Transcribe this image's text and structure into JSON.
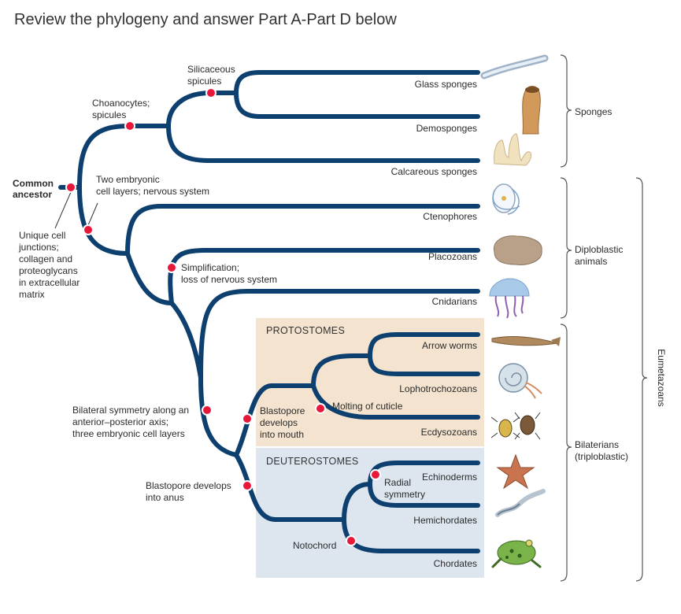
{
  "header": {
    "title": "Review the phylogeny and answer Part A-Part D below"
  },
  "root": {
    "label_line1": "Common",
    "label_line2": "ancestor"
  },
  "traits": {
    "silica": [
      "Silicaceous",
      "spicules"
    ],
    "choano": [
      "Choanocytes;",
      "spicules"
    ],
    "unique": [
      "Unique cell",
      "junctions;",
      "collagen and",
      "proteoglycans",
      "in extracellular",
      "matrix"
    ],
    "twolayer": [
      "Two embryonic",
      "cell layers; nervous system"
    ],
    "simplification": [
      "Simplification;",
      "loss of nervous system"
    ],
    "bilateral": [
      "Bilateral symmetry along an",
      "anterior–posterior axis;",
      "three embryonic cell layers"
    ],
    "blasto_mouth": [
      "Blastopore",
      "develops",
      "into mouth"
    ],
    "molting": "Molting of cuticle",
    "blasto_anus": [
      "Blastopore develops",
      "into anus"
    ],
    "radial": [
      "Radial",
      "symmetry"
    ],
    "notochord": "Notochord"
  },
  "sections": {
    "protostomes": "PROTOSTOMES",
    "deuterostomes": "DEUTEROSTOMES"
  },
  "taxa": [
    "Glass sponges",
    "Demosponges",
    "Calcareous sponges",
    "Ctenophores",
    "Placozoans",
    "Cnidarians",
    "Arrow worms",
    "Lophotrochozoans",
    "Ecdysozoans",
    "Echinoderms",
    "Hemichordates",
    "Chordates"
  ],
  "groups": {
    "sponges": "Sponges",
    "diploblastic": [
      "Diploblastic",
      "animals"
    ],
    "bilaterians": [
      "Bilaterians",
      "(triploblastic)"
    ],
    "eumetazoans": "Eumetazoans"
  },
  "colors": {
    "branch": "#0d3f6f",
    "trait_dot": "#e8183a",
    "protostome_bg": "#f3e3cf",
    "deuterostome_bg": "#dde6ef"
  },
  "icons": [
    "glass-sponge-icon",
    "demosponge-icon",
    "calcareous-sponge-icon",
    "ctenophore-icon",
    "placozoan-icon",
    "jellyfish-icon",
    "arrow-worm-icon",
    "nautilus-icon",
    "beetles-icon",
    "sea-star-icon",
    "acorn-worm-icon",
    "frog-icon"
  ]
}
